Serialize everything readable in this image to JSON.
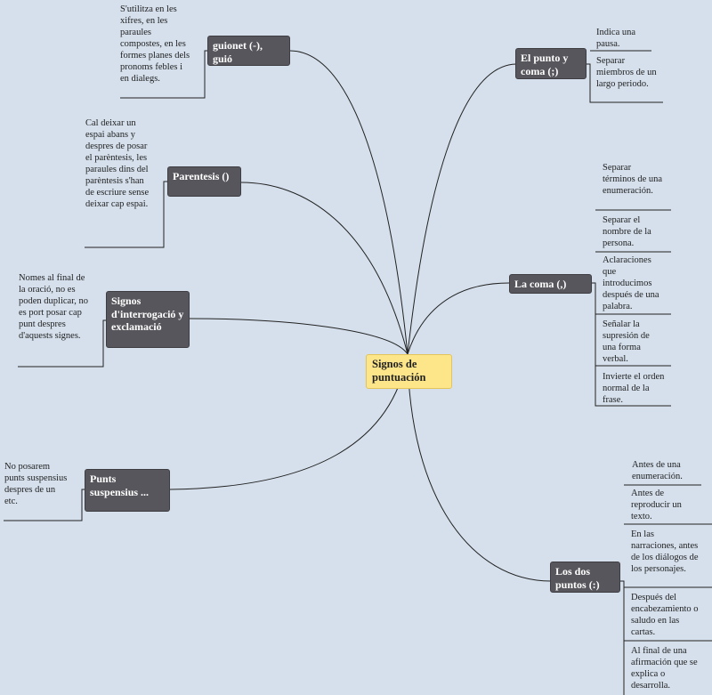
{
  "central": "Signos de puntuación",
  "topics": {
    "guionet": "guionet (-),\nguió",
    "parentesis": "Parentesis ()",
    "interrog": "Signos\nd'interrogació y\nexclamació",
    "suspensius": "Punts\nsuspensius ...",
    "punto_coma": "El punto y\ncoma (;)",
    "coma": "La coma (,)",
    "dos_puntos": "Los dos\npuntos (:)"
  },
  "notes": {
    "guionet": "S'utilitza en les\nxifres, en les\nparaules\ncompostes, en les\nformes planes dels\npronoms febles i\nen dialegs.",
    "parentesis": "Cal deixar un\nespai abans y\ndespres de posar\nel parèntesis, les\nparaules dins del\nparèntesis  s'han\nde escriure sense\ndeixar cap espai.",
    "interrog": "Nomes al final de\nla oració, no es\npoden duplicar, no\nes port posar cap\npunt despres\nd'aquests signes.",
    "suspensius": "No posarem\npunts suspensius\ndespres de un\netc.",
    "punto_coma": [
      "Indica una\npausa.",
      "Separar\nmiembros de un\nlargo periodo."
    ],
    "coma": [
      "Separar\ntérminos de una\nenumeración.",
      "Separar el\nnombre de la\npersona.",
      "Aclaraciones\nque\nintroducimos\ndespués  de una\npalabra.",
      "Señalar la\nsupresión de\nuna forma\nverbal.",
      "Invierte el orden\nnormal de la\nfrase."
    ],
    "dos_puntos": [
      "Antes de una\nenumeración.",
      "Antes de\nreproducir un\ntexto.",
      "En las\nnarraciones, antes\nde los diálogos de\nlos personajes.",
      "Después del\nencabezamiento o\nsaludo en las\ncartas.",
      "Al final de una\nafirmación que se\nexplica o\ndesarrolla."
    ]
  },
  "colors": {
    "background": "#d5e0ec",
    "central_fill": "#fde58a",
    "topic_fill": "#57565c",
    "topic_text": "#ffffff",
    "line": "#222222"
  }
}
